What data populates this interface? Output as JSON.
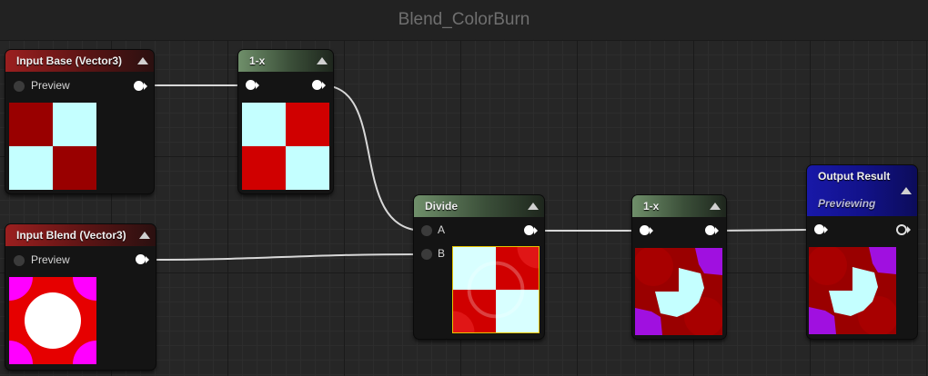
{
  "graph_title": "Blend_ColorBurn",
  "colors": {
    "dark_red": "#990000",
    "bright_red": "#e00000",
    "cyan": "#c4ffff",
    "magenta": "#ff00ff",
    "purple": "#a010e0",
    "white": "#ffffff",
    "wire": "#d8d8d8"
  },
  "nodes": {
    "input_base": {
      "title": "Input Base (Vector3)",
      "pin_label": "Preview"
    },
    "one_minus_top": {
      "title": "1-x"
    },
    "input_blend": {
      "title": "Input Blend (Vector3)",
      "pin_label": "Preview"
    },
    "divide": {
      "title": "Divide",
      "pin_a": "A",
      "pin_b": "B"
    },
    "one_minus_right": {
      "title": "1-x"
    },
    "output": {
      "title": "Output Result",
      "subtitle": "Previewing"
    }
  }
}
